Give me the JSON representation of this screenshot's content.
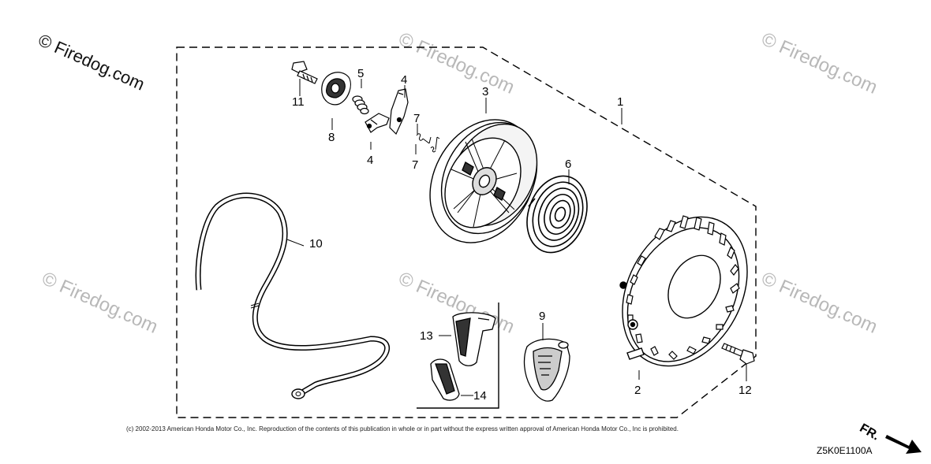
{
  "watermarks": {
    "main": "© Firedog.com",
    "faint": "© Firedog.com"
  },
  "callouts": {
    "c1": "1",
    "c2": "2",
    "c3": "3",
    "c4a": "4",
    "c4b": "4",
    "c5": "5",
    "c6": "6",
    "c7a": "7",
    "c7b": "7",
    "c8": "8",
    "c9": "9",
    "c10": "10",
    "c11": "11",
    "c12": "12",
    "c13": "13",
    "c14": "14"
  },
  "footer": {
    "copyright": "(c) 2002-2013 American Honda Motor Co., Inc. Reproduction of the contents of this publication in whole or in part without the express written approval of American Honda Motor Co., Inc is prohibited.",
    "diagram_code": "Z5K0E1100A",
    "direction_label": "FR."
  }
}
